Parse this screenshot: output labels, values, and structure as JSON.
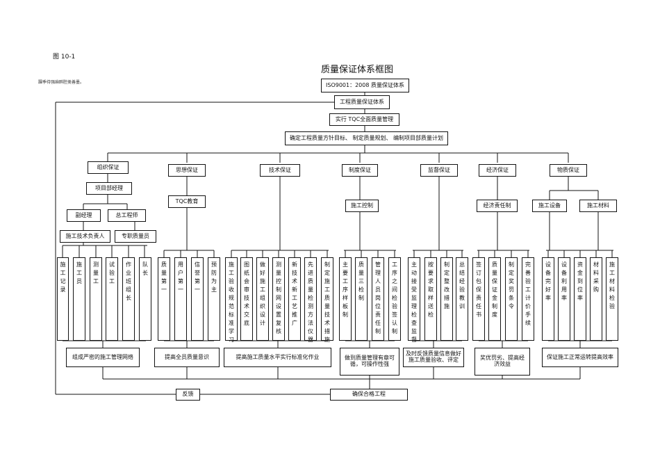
{
  "figure_label": "图 10-1",
  "side_note": "踝季待强麻醉腔类善墨。",
  "title": "质量保证体系框图",
  "top": [
    "ISO9001：2008 质量保证体系",
    "工程质量保证体系",
    "实行 TQC全面质量管理",
    "确定工程质量方针目标、 制定质量规划、 编制项目部质量计划"
  ],
  "categories": [
    "组织保证",
    "思想保证",
    "技术保证",
    "制度保证",
    "监督保证",
    "经济保证",
    "物质保证"
  ],
  "org": {
    "l2": "项目部经理",
    "l3a": "副经理",
    "l3b": "总工程师",
    "l4a": "施工技术负责人",
    "l4b": "专职质量员"
  },
  "sub": {
    "thought": "TQC教育",
    "system": "施工控制",
    "economy": "经济责任制",
    "mat_a": "施工设备",
    "mat_b": "施工材料"
  },
  "leaves": {
    "org": [
      "施工记录",
      "施工员",
      "测量工",
      "试验工",
      "作业班组长",
      "队长"
    ],
    "thought": [
      "质量第一",
      "用户第一",
      "信誉第一",
      "预防为主"
    ],
    "tech": [
      "施工验收规范标准学习",
      "图纸会审技术交底",
      "做好施工组织设计",
      "测量控制网设置复核",
      "新技术新工艺推广",
      "先进质量检测方法仪器",
      "制定施工质量技术措施"
    ],
    "system": [
      "主要工序样板制",
      "质量三检制",
      "管理人员岗位责任制",
      "工序之间检验签认制"
    ],
    "supervise": [
      "主动接受监理检查监督",
      "按要求取样送检",
      "制定整改措施",
      "总结经验教训"
    ],
    "economy": [
      "签订包保责任书",
      "质量保证金制度",
      "制定奖罚条令",
      "完善验工计价手续"
    ],
    "material": [
      "设备完好率",
      "设备利用率",
      "资金到位率",
      "材料采购",
      "施工材料检验"
    ]
  },
  "results": [
    "组成严密的施工管理网络",
    "提高全员质量意识",
    "提高施工质量水平实行标准化作业",
    "做到质量管理有章可循，可操作性强",
    "及时反馈质量信息做好施工质量验收、评定",
    "奖优罚劣、提高经济效益",
    "保证施工正常运转提高效率"
  ],
  "bottom": {
    "feedback": "反馈",
    "ensure": "确保合格工程"
  }
}
